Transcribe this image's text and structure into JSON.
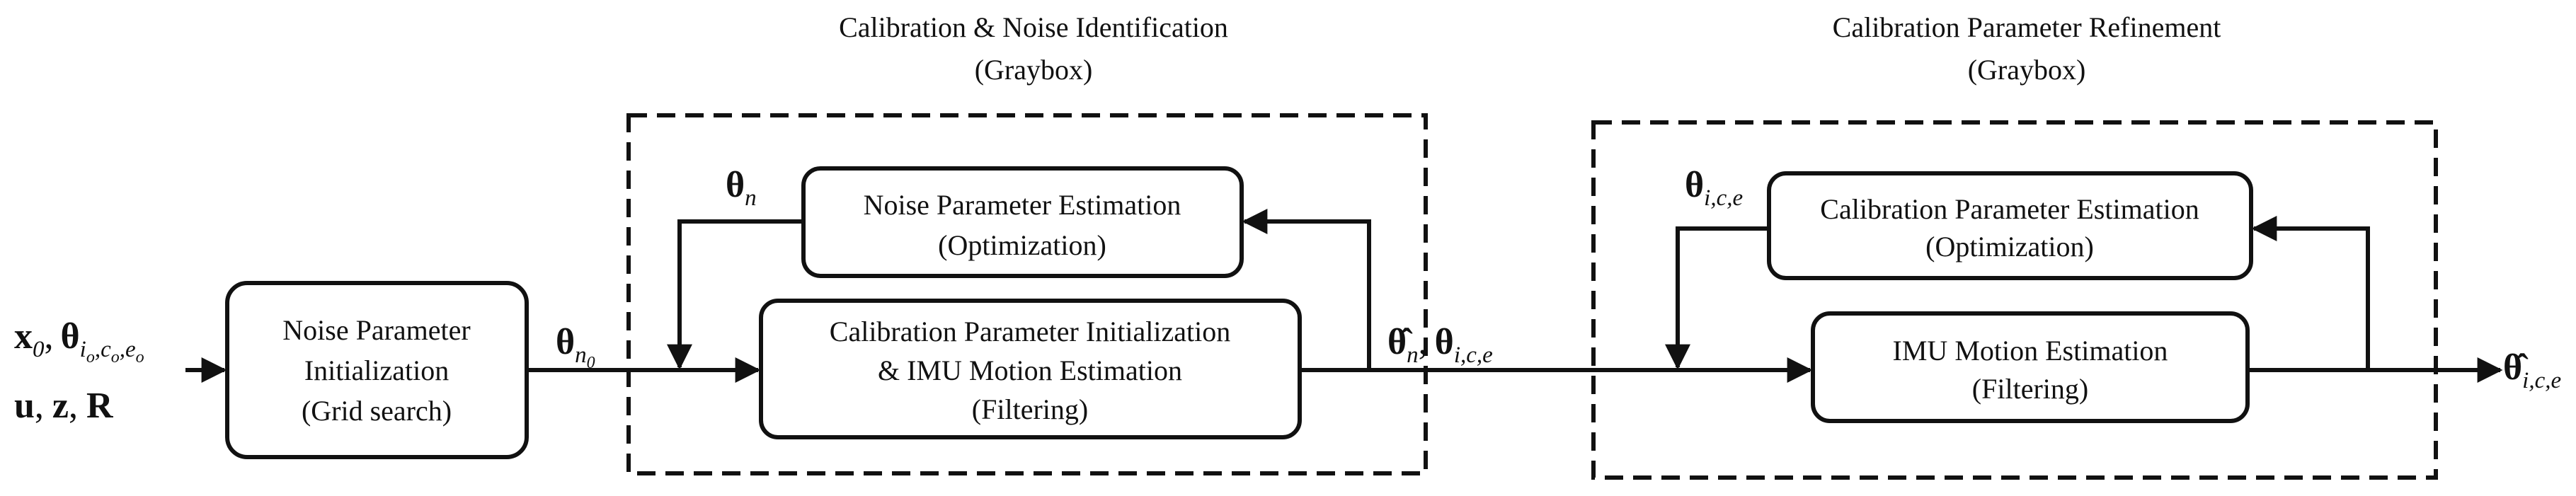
{
  "groups": {
    "calibration_noise": {
      "title": "Calibration & Noise Identification",
      "subtitle": "(Graybox)"
    },
    "refinement": {
      "title": "Calibration Parameter Refinement",
      "subtitle": "(Graybox)"
    }
  },
  "blocks": {
    "noise_init": {
      "line1": "Noise Parameter",
      "line2": "Initialization",
      "line3": "(Grid search)"
    },
    "noise_est": {
      "line1": "Noise Parameter Estimation",
      "line2": "(Optimization)"
    },
    "calib_init": {
      "line1": "Calibration Parameter Initialization",
      "line2": "& IMU Motion Estimation",
      "line3": "(Filtering)"
    },
    "calib_est": {
      "line1": "Calibration Parameter Estimation",
      "line2": "(Optimization)"
    },
    "imu_motion": {
      "line1": "IMU Motion Estimation",
      "line2": "(Filtering)"
    }
  },
  "inputs": {
    "line1_x": "x",
    "line1_x_sub": "0",
    "line1_theta": "θ",
    "line1_theta_sub": "i",
    "line1_theta_sub2": "o",
    "line1_theta_sub3": "c",
    "line1_theta_sub4": "o",
    "line1_theta_sub5": "e",
    "line1_theta_sub6": "o",
    "line2_u": "u",
    "line2_z": "z",
    "line2_R": "R",
    "comma": ","
  },
  "signals": {
    "theta": "θ",
    "theta_hat": "θ̂",
    "n": "n",
    "n0_n": "n",
    "n0_0": "0",
    "ice": "i,c,e"
  }
}
